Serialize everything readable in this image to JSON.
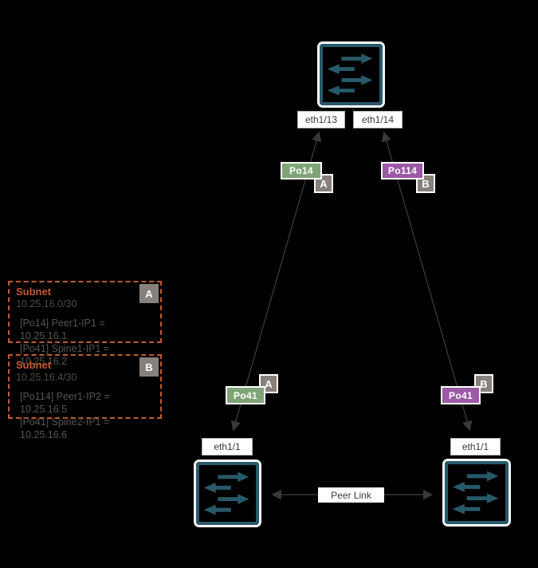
{
  "colors": {
    "background": "#000000",
    "switch_teal": "#27596A",
    "switch_outline": "#FAFAFA",
    "po_green": "#7FA478",
    "po_purple": "#9C59A6",
    "badge_gray": "#87807B",
    "connector_line": "#3A3734",
    "subnet_orange": "#C05A30",
    "label_text": "#3C3A38",
    "subnet_text": "#545150"
  },
  "switches": {
    "spine": {
      "ports": {
        "left": "eth1/13",
        "right": "eth1/14"
      }
    },
    "peer1": {
      "port": "eth1/1"
    },
    "peer2": {
      "port": "eth1/1"
    }
  },
  "links": {
    "left": {
      "po_top": "Po14",
      "po_bottom": "Po41",
      "zone": "A"
    },
    "right": {
      "po_top": "Po114",
      "po_bottom": "Po41",
      "zone": "B"
    },
    "peer_link_label": "Peer Link"
  },
  "legend": {
    "subnet_a": {
      "title": "Subnet",
      "cidr": "10.25.16.0/30",
      "badge": "A",
      "entries": [
        "[Po14] Peer1-IP1 = 10.25.16.1",
        "[Po41] Spine1-IP1 = 10.25.16.2"
      ]
    },
    "subnet_b": {
      "title": "Subnet",
      "cidr": "10.25.16.4/30",
      "badge": "B",
      "entries": [
        "[Po114] Peer1-IP2 = 10.25.16.5",
        "[Po41] Spine2-IP1 = 10.25.16.6"
      ]
    }
  }
}
